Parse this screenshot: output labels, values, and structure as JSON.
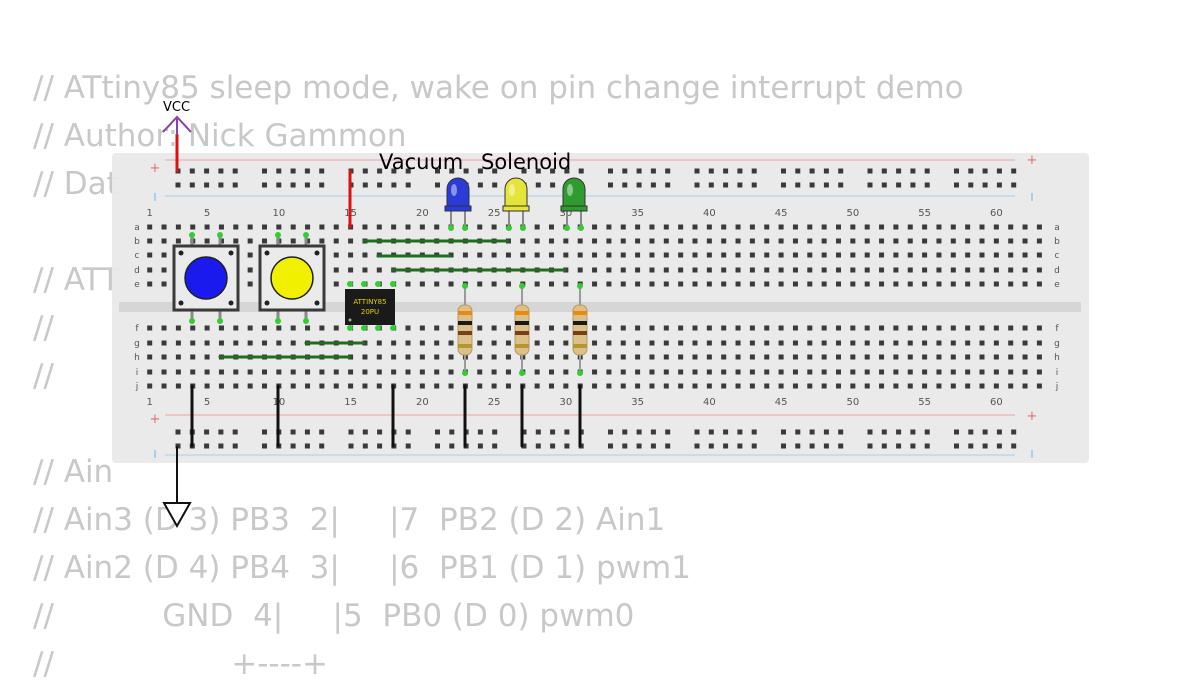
{
  "code_lines": [
    "// ATtiny85 sleep mode, wake on pin change interrupt demo",
    "// Author: Nick Gammon",
    "// Dat",
    "",
    "// ATT",
    "//",
    "//",
    "",
    "// Ain",
    "// Ain3 (D 3) PB3  2|     |7  PB2 (D 2) Ain1",
    "// Ain2 (D 4) PB4  3|     |6  PB1 (D 1) pwm1",
    "//           GND  4|     |5  PB0 (D 0) pwm0",
    "//                  +----+"
  ],
  "labels": {
    "vcc": "VCC",
    "vacuum": "Vacuum",
    "solenoid": "Solenoid"
  },
  "breadboard": {
    "column_numbers": [
      "1",
      "5",
      "10",
      "15",
      "20",
      "25",
      "30",
      "35",
      "40",
      "45",
      "50",
      "55",
      "60"
    ],
    "row_letters_top": [
      "a",
      "b",
      "c",
      "d",
      "e"
    ],
    "row_letters_bottom": [
      "f",
      "g",
      "h",
      "i",
      "j"
    ],
    "plus": "+",
    "minus": "-"
  },
  "chip": {
    "line1": "ATTINY85",
    "line2": "20PU"
  },
  "buttons": [
    {
      "name": "blue-pushbutton",
      "cap_color": "#1a1aee"
    },
    {
      "name": "yellow-pushbutton",
      "cap_color": "#f0f000"
    }
  ],
  "leds": [
    {
      "name": "blue-led",
      "color": "#2b3bd6"
    },
    {
      "name": "yellow-led",
      "color": "#e4e43a"
    },
    {
      "name": "green-led",
      "color": "#2f9c2f"
    }
  ],
  "colors": {
    "wire_green": "#1f6e1f",
    "wire_black": "#111111",
    "wire_red": "#dd1111",
    "vcc_purple": "#8e3fa8",
    "rail_red": "#f0a0a0",
    "rail_blue": "#a0d0ee"
  }
}
